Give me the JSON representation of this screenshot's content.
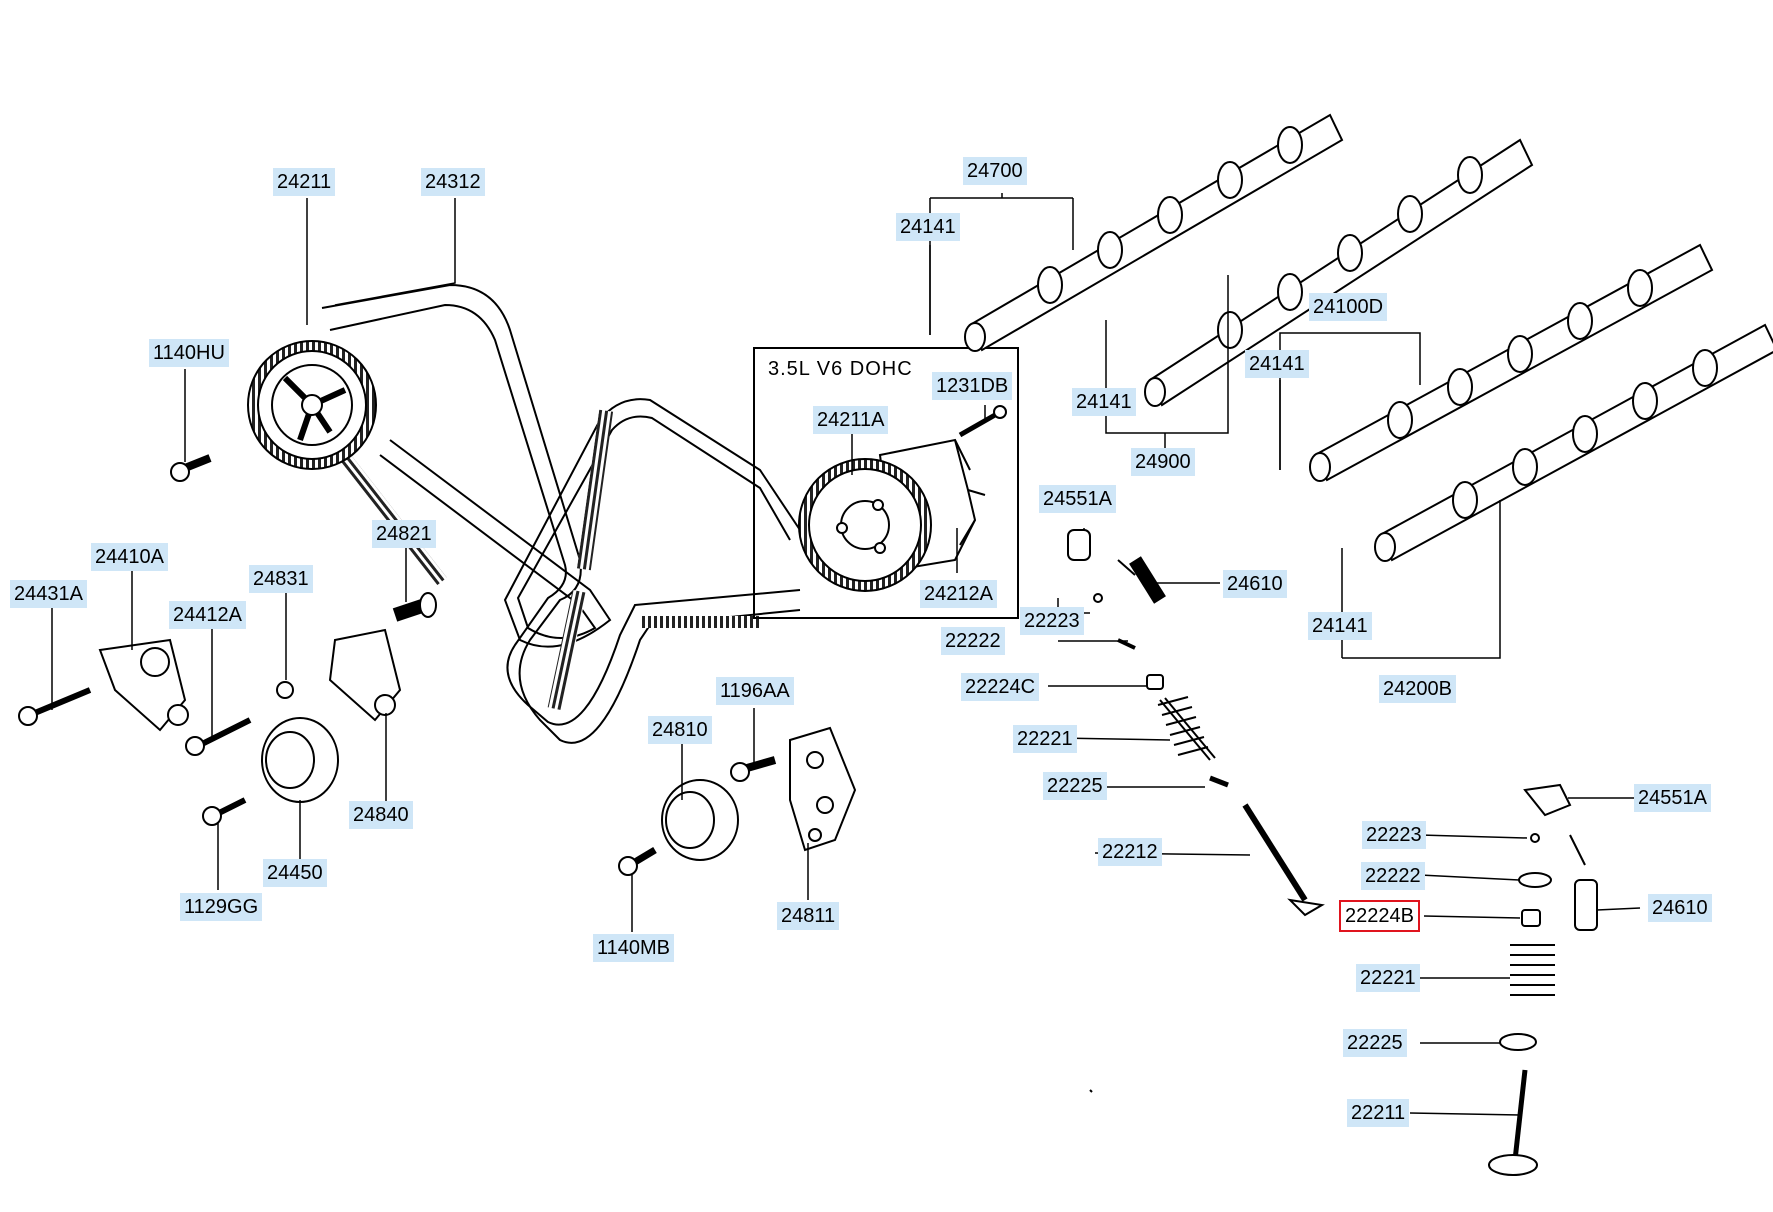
{
  "inset": {
    "title": "3.5L  V6  DOHC"
  },
  "labels": {
    "p24211": "24211",
    "p24312": "24312",
    "p1140HU": "1140HU",
    "p24821": "24821",
    "p24410A": "24410A",
    "p24431A": "24431A",
    "p24831": "24831",
    "p24412A": "24412A",
    "p24840": "24840",
    "p24450": "24450",
    "p1129GG": "1129GG",
    "p1196AA": "1196AA",
    "p24810": "24810",
    "p24811": "24811",
    "p1140MB": "1140MB",
    "p1231DB": "1231DB",
    "p24211A": "24211A",
    "p24212A": "24212A",
    "p24700": "24700",
    "p24141_a": "24141",
    "p24141_b": "24141",
    "p24141_c": "24141",
    "p24141_d": "24141",
    "p24900": "24900",
    "p24100D": "24100D",
    "p24200B": "24200B",
    "p24551A_a": "24551A",
    "p24610_a": "24610",
    "p22223_a": "22223",
    "p22222_a": "22222",
    "p22224C": "22224C",
    "p22221_a": "22221",
    "p22225_a": "22225",
    "p22212": "22212",
    "p24551A_b": "24551A",
    "p22223_b": "22223",
    "p22222_b": "22222",
    "p22224B": "22224B",
    "p24610_b": "24610",
    "p22221_b": "22221",
    "p22225_b": "22225",
    "p22211": "22211"
  },
  "highlight": {
    "part": "22224B",
    "color": "#e0141e"
  },
  "colors": {
    "label_bg": "#cfe6f7",
    "line": "#000000"
  }
}
